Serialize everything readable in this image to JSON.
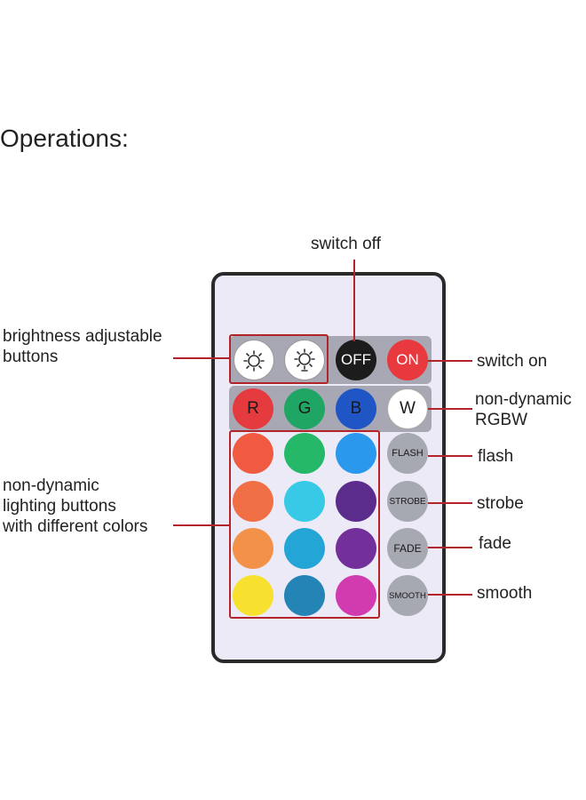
{
  "heading": "Operations:",
  "labels": {
    "switch_off": "switch off",
    "switch_on": "switch on",
    "brightness": "brightness adjustable\nbuttons",
    "rgbw": "non-dynamic\nRGBW",
    "flash": "flash",
    "strobe": "strobe",
    "fade": "fade",
    "smooth": "smooth",
    "lighting": "non-dynamic\nlighting buttons\nwith different colors"
  },
  "remote": {
    "off_button": "OFF",
    "on_button": "ON",
    "rgbw_buttons": [
      {
        "label": "R",
        "color": "#e53a3e"
      },
      {
        "label": "G",
        "color": "#20a664"
      },
      {
        "label": "B",
        "color": "#1f55c4"
      },
      {
        "label": "W",
        "color": "#ffffff"
      }
    ],
    "mode_buttons": [
      "FLASH",
      "STROBE",
      "FADE",
      "SMOOTH"
    ],
    "color_buttons": [
      [
        "#ef5a40",
        "#25b868",
        "#2a98ec"
      ],
      [
        "#f16f45",
        "#38c9e6",
        "#5b2c8c"
      ],
      [
        "#f39149",
        "#23a5d5",
        "#74309a"
      ],
      [
        "#f8e02e",
        "#2384b5",
        "#d23bb0"
      ]
    ],
    "colors": {
      "frame": "#2a2a2a",
      "face": "#ebeaf6",
      "panel": "#a8a8b4",
      "accent_line": "#b3242a",
      "off": "#1c1c1c",
      "on": "#e8393e",
      "mode": "#a6a8b2"
    },
    "icons": [
      "brightness-down-icon",
      "brightness-up-icon"
    ]
  }
}
